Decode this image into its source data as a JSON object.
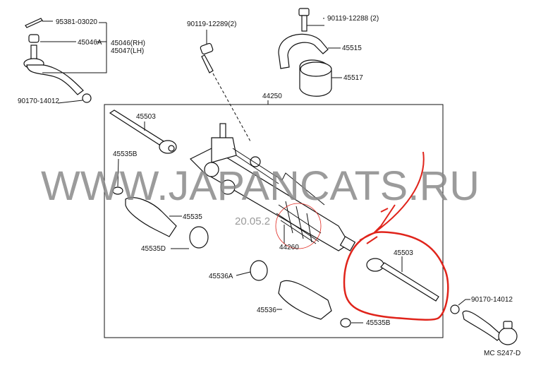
{
  "diagram": {
    "labels": {
      "cotter_pin": "95381-03020",
      "castle_nut": "45046A",
      "tie_rod_end_rh": "45046(RH)",
      "tie_rod_end_lh": "45047(LH)",
      "lock_nut_left": "90170-14012",
      "bolt_left": "90119-12289(2)",
      "bolt_right": "90119-12288 (2)",
      "bracket": "45515",
      "bushing": "45517",
      "gear_assembly": "44250",
      "rack_end_left": "45503",
      "clip_left": "45535B",
      "boot_left": "45535",
      "clamp_left": "45535D",
      "rack_housing": "44260",
      "clamp_right": "45536A",
      "boot_right": "45536",
      "clip_right": "45535B",
      "rack_end_right": "45503",
      "lock_nut_right": "90170-14012",
      "figure_code": "MC S247-D"
    },
    "watermark": "WWW.JAPANCATS.RU",
    "date_stamp": "20.05.2",
    "colors": {
      "annotation": "#e0241b",
      "watermark": "#8a8a8a"
    }
  }
}
